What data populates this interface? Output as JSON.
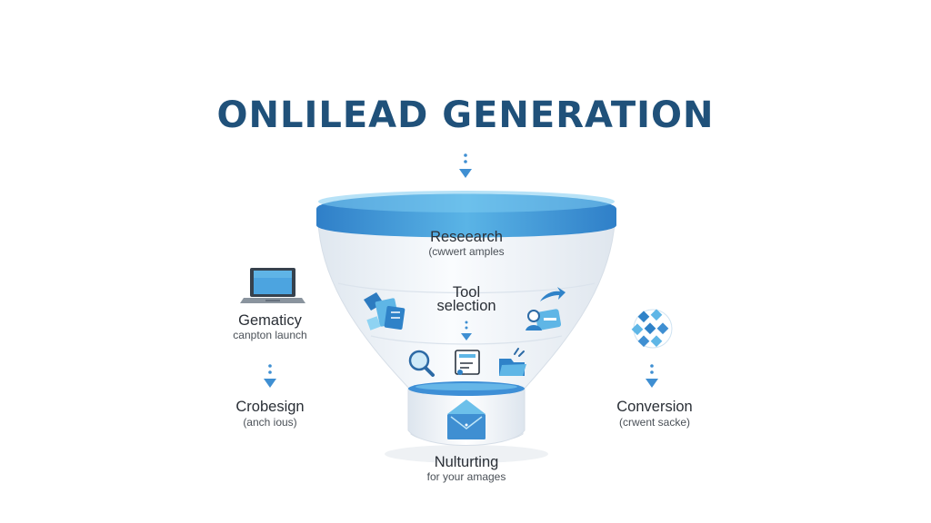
{
  "title": "ONLILEAD GENERATION",
  "funnel": {
    "research": {
      "label": "Reseearch",
      "sub": "(cwwert amples"
    },
    "tool_selection": {
      "label_line1": "Tool",
      "label_line2": "selection"
    },
    "nurturing": {
      "label": "Nulturting",
      "sub": "for your amages"
    }
  },
  "left": {
    "top": {
      "label": "Gematicy",
      "sub": "canpton launch"
    },
    "bottom": {
      "label": "Crobesign",
      "sub": "(anch ious)"
    }
  },
  "right": {
    "bottom": {
      "label": "Conversion",
      "sub": "(crwent sacke)"
    }
  },
  "colors": {
    "title": "#20517a",
    "accent": "#3f8fd2",
    "accent_light": "#6cc0ea",
    "funnel_body": "#eef3f8"
  },
  "icons": [
    "arrow-down-icon",
    "laptop-icon",
    "document-stack-icon",
    "share-arrow-icon",
    "person-card-icon",
    "magnifier-icon",
    "checklist-icon",
    "folder-icon",
    "envelope-icon",
    "globe-icon"
  ]
}
